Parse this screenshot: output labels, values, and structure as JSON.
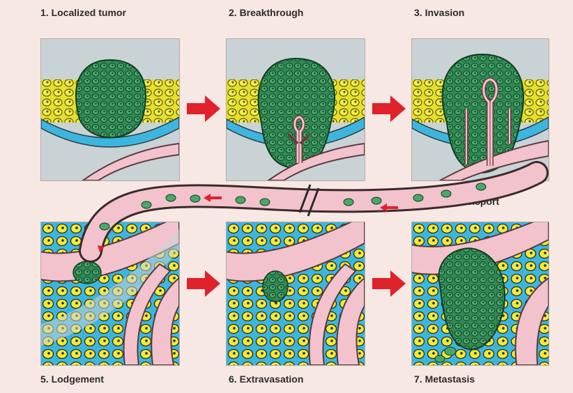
{
  "steps": {
    "s1": "1. Localized tumor",
    "s2": "2. Breakthrough",
    "s3": "3. Invasion",
    "s4": "4. Transport",
    "s5": "5. Lodgement",
    "s6": "6. Extravasation",
    "s7": "7. Metastasis"
  },
  "colors": {
    "background": "#f7e8e4",
    "tissue_bg": "#c9d3d6",
    "fat_yellow": "#e6e02a",
    "fat_cell": "#f3ef4a",
    "tumor_green": "#2f8a55",
    "tumor_cell": "#4aa86b",
    "vessel_pink": "#f2c3cc",
    "lymph_blue": "#3db6df",
    "arrow_red": "#e0222a"
  }
}
